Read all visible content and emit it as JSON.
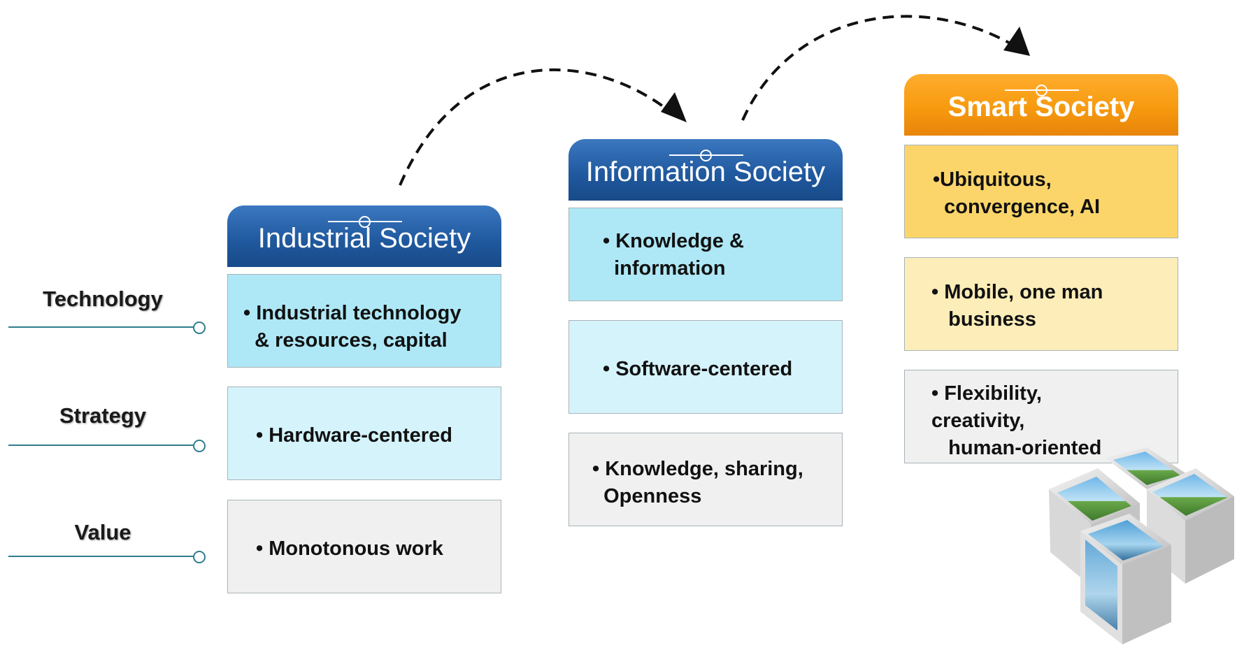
{
  "rows": {
    "technology": "Technology",
    "strategy": "Strategy",
    "value": "Value"
  },
  "columns": {
    "industrial": {
      "title": "Industrial Society",
      "technology": "• Industrial technology\n  & resources, capital",
      "strategy": "• Hardware-centered",
      "value": "• Monotonous work"
    },
    "information": {
      "title": "Information Society",
      "technology": "• Knowledge &\n  information",
      "strategy": "• Software-centered",
      "value": "• Knowledge, sharing,\n  Openness"
    },
    "smart": {
      "title": "Smart Society",
      "technology": "•Ubiquitous,\n  convergence, AI",
      "strategy": "• Mobile, one man\n   business",
      "value": "• Flexibility,\ncreativity,\n   human-oriented"
    }
  },
  "colors": {
    "header_blue": "#215aa0",
    "header_orange": "#f79a0f",
    "row_line": "#2f7d8c",
    "cyan_dark": "#aee8f6",
    "cyan_light": "#d5f3fb",
    "gray": "#f0f0f0",
    "yellow_dark": "#fcd56a",
    "yellow_light": "#fdedb8"
  },
  "icons": {
    "arrows": "dashed-curved-arrow-icon",
    "illustration": "photo-cubes-icon"
  }
}
